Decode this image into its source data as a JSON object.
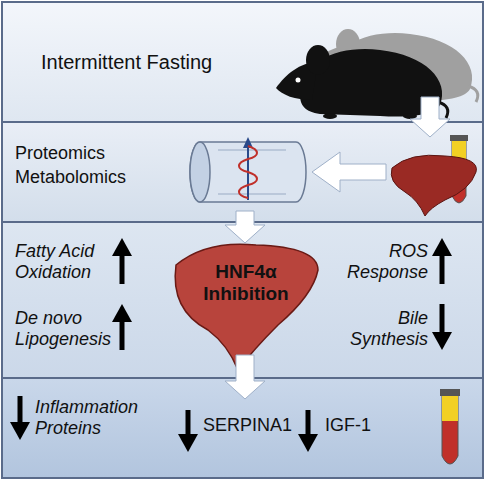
{
  "diagram": {
    "nodes": [
      {
        "text": [
          "Intermittent Fasting"
        ]
      },
      {
        "text": [
          "Proteomics Metabolomics"
        ]
      },
      {
        "text": [
          "Fatty Acid Oxidation",
          "ROS Response",
          "De novo Lipogenesis",
          "Bile Synthesis"
        ]
      },
      {
        "text": [
          "HNF4α Inhibition"
        ],
        "in": 2
      },
      {
        "text": [
          "Inflammation Proteins",
          "SERPINA1",
          "IGF-1"
        ]
      }
    ],
    "edges": [
      {
        "from": 0,
        "to": 1,
        "arrow": "to"
      },
      {
        "from": 1,
        "to": 3,
        "arrow": "to"
      },
      {
        "from": 3,
        "to": 4,
        "arrow": "to"
      }
    ]
  }
}
